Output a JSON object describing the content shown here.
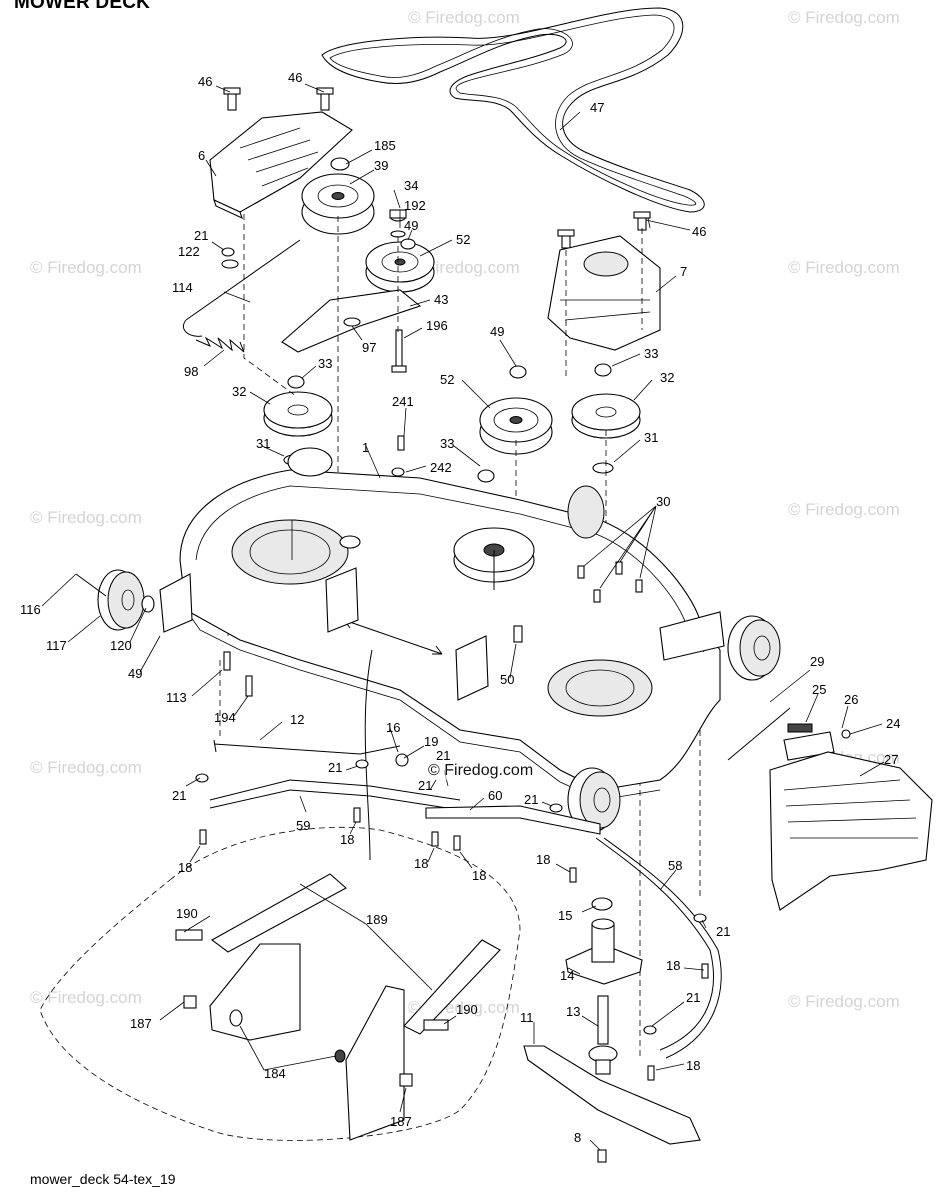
{
  "header": {
    "title": "MOWER DECK"
  },
  "footer": {
    "figure_id": "mower_deck 54-tex_19"
  },
  "watermark": {
    "text": "© Firedog.com",
    "overlay_text": "© Firedog.com"
  },
  "callouts": {
    "c46a": "46",
    "c46b": "46",
    "c46c": "46",
    "c47": "47",
    "c6": "6",
    "c185": "185",
    "c39": "39",
    "c34": "34",
    "c192": "192",
    "c49a": "49",
    "c52a": "52",
    "c21a": "21",
    "c122": "122",
    "c114": "114",
    "c7": "7",
    "c43": "43",
    "c196": "196",
    "c97": "97",
    "c98": "98",
    "c33a": "33",
    "c49b": "49",
    "c33b": "33",
    "c32a": "32",
    "c52b": "52",
    "c32b": "32",
    "c241": "241",
    "c31a": "31",
    "c1": "1",
    "c33c": "33",
    "c242": "242",
    "c31b": "31",
    "c30": "30",
    "c116": "116",
    "c117": "117",
    "c120": "120",
    "c49c": "49",
    "c50": "50",
    "c113": "113",
    "c194": "194",
    "c29": "29",
    "c25": "25",
    "c26": "26",
    "c24": "24",
    "c12": "12",
    "c16": "16",
    "c19": "19",
    "c27": "27",
    "c21b": "21",
    "c21c": "21",
    "c21d": "21",
    "c21e": "21",
    "c21f": "21",
    "c59": "59",
    "c60": "60",
    "c18a": "18",
    "c18b": "18",
    "c18c": "18",
    "c18d": "18",
    "c18e": "18",
    "c18f": "18",
    "c18g": "18",
    "c58": "58",
    "c15": "15",
    "c21g": "21",
    "c190a": "190",
    "c189": "189",
    "c14": "14",
    "c21h": "21",
    "c187a": "187",
    "c190b": "190",
    "c11": "11",
    "c13": "13",
    "c184": "184",
    "c187b": "187",
    "c8": "8"
  }
}
